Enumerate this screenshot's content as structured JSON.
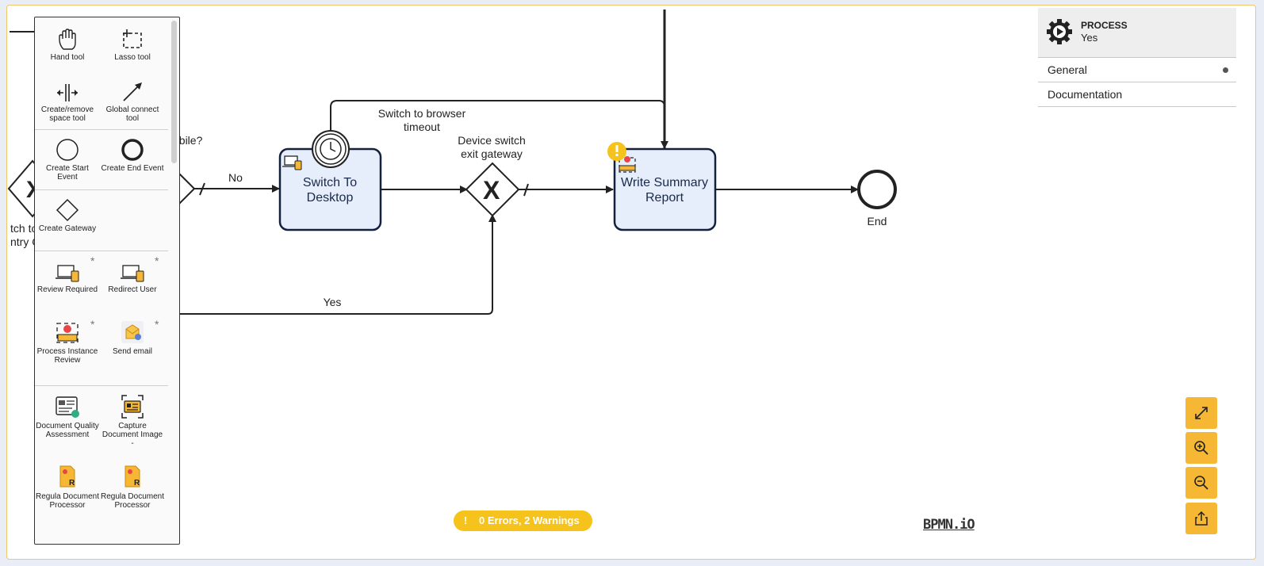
{
  "palette": {
    "tools": [
      {
        "label": "Hand tool",
        "icon": "hand-icon"
      },
      {
        "label": "Lasso tool",
        "icon": "lasso-icon"
      },
      {
        "label": "Create/remove space tool",
        "icon": "space-tool-icon"
      },
      {
        "label": "Global connect tool",
        "icon": "connect-arrow-icon"
      }
    ],
    "events": [
      {
        "label": "Create Start Event",
        "icon": "start-event-icon"
      },
      {
        "label": "Create End Event",
        "icon": "end-event-icon"
      }
    ],
    "gateways": [
      {
        "label": "Create Gateway",
        "icon": "gateway-icon"
      }
    ],
    "custom": [
      {
        "label": "Review Required",
        "icon": "laptop-phone-icon",
        "star": "*"
      },
      {
        "label": "Redirect User",
        "icon": "laptop-phone-icon",
        "star": "*"
      },
      {
        "label": "Process Instance Review",
        "icon": "scan-review-icon",
        "star": "*"
      },
      {
        "label": "Send email",
        "icon": "email-icon",
        "star": "*"
      }
    ],
    "documents": [
      {
        "label": "Document Quality Assessment",
        "icon": "document-check-icon"
      },
      {
        "label": "Capture Document Image -",
        "icon": "capture-document-icon"
      },
      {
        "label": "Regula Document Processor",
        "icon": "regula-document-icon"
      },
      {
        "label": "Regula Document Processor",
        "icon": "regula-document-icon"
      }
    ]
  },
  "diagram": {
    "labels": {
      "left_question": "obile?",
      "left_cut_1": "tch to",
      "left_cut_2": "ntry C",
      "flow_no": "No",
      "flow_yes": "Yes",
      "timeout_1": "Switch to browser",
      "timeout_2": "timeout",
      "gateway_1": "Device switch",
      "gateway_2": "exit gateway",
      "end": "End"
    },
    "tasks": {
      "switch_1": "Switch To",
      "switch_2": "Desktop",
      "report_1": "Write Summary",
      "report_2": "Report"
    },
    "colors": {
      "task_fill": "#e6eefc",
      "task_stroke": "#14213d",
      "warning": "#f6c21c"
    }
  },
  "properties": {
    "type": "PROCESS",
    "name": "Yes",
    "groups": [
      {
        "label": "General",
        "has_entries": true
      },
      {
        "label": "Documentation",
        "has_entries": false
      }
    ]
  },
  "status": {
    "text": "0 Errors, 2 Warnings",
    "icon": "warning-icon"
  },
  "zoom": {
    "buttons": [
      "fit-viewport-icon",
      "zoom-in-icon",
      "zoom-out-icon",
      "export-icon"
    ],
    "accent": "#f6b734"
  },
  "logo": "BPMN.iO"
}
